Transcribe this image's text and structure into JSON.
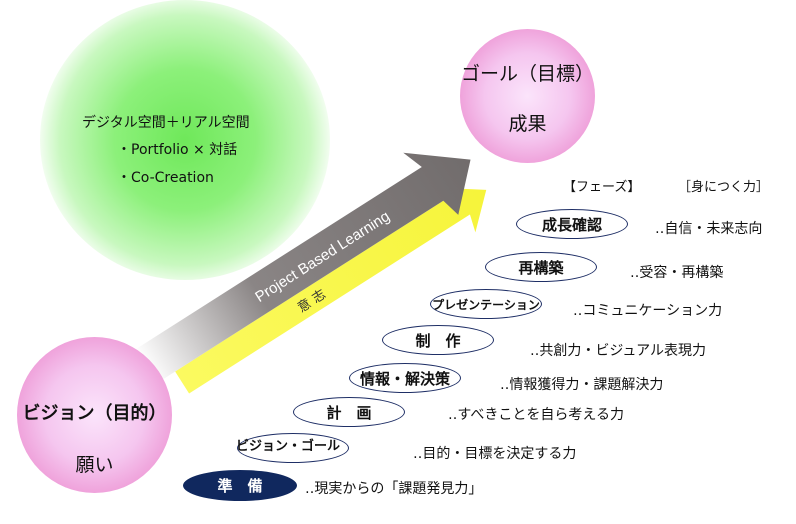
{
  "environment": {
    "title": "デジタル空間＋リアル空間",
    "items": [
      "・Portfolio × 対話",
      "・Co-Creation"
    ]
  },
  "goal": {
    "line1": "ゴール（目標）",
    "line2": "成果"
  },
  "vision": {
    "line1": "ビジョン（目的）",
    "line2": "願い"
  },
  "arrows": {
    "main_label": "Project  Based Learning",
    "will_label": "意 志"
  },
  "headers": {
    "phase": "【フェーズ】",
    "skill": "［身につく力］"
  },
  "phases": [
    {
      "label": "成長確認",
      "skill": "‥自信・未来志向"
    },
    {
      "label": "再構築",
      "skill": "‥受容・再構築"
    },
    {
      "label": "プレゼンテーション",
      "skill": "‥コミュニケーション力"
    },
    {
      "label": "制　作",
      "skill": "‥共創力・ビジュアル表現力"
    },
    {
      "label": "情報・解決策",
      "skill": "‥情報獲得力・課題解決力"
    },
    {
      "label": "計　画",
      "skill": "‥すべきことを自ら考える力"
    },
    {
      "label": "ビジョン・ゴール",
      "skill": "‥目的・目標を決定する力"
    },
    {
      "label": "準　備",
      "skill": "‥現実からの「課題発見力」"
    }
  ],
  "colors": {
    "active_phase": "#10285e",
    "arrow_gray": "#767070",
    "arrow_yellow": "#f8f64a"
  }
}
